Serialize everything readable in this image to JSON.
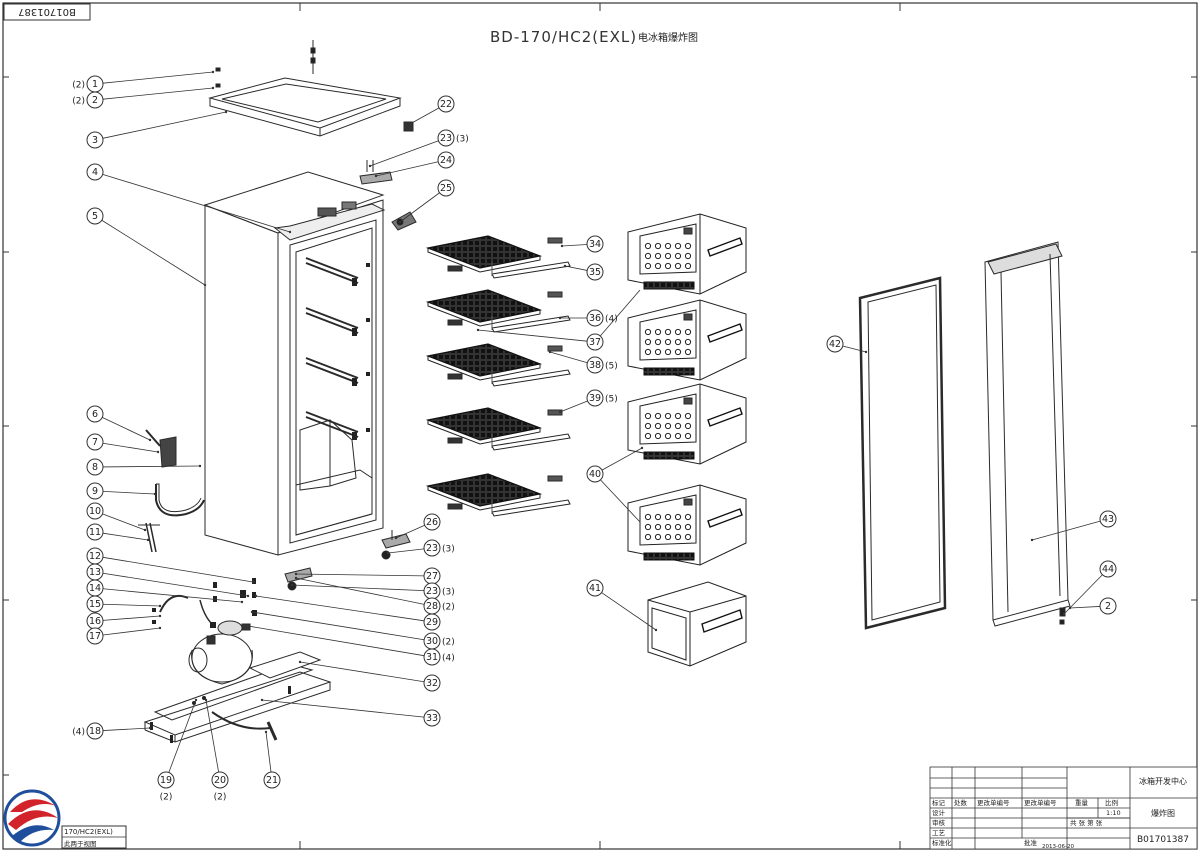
{
  "drawing": {
    "title": "BD-170/HC2(EXL)",
    "title_cn": "电冰箱爆炸图",
    "corner_code": "B01701387",
    "doc_code": "B01701387",
    "left_box_model": "170/HC2(EXL)",
    "left_box_sub": "此两于视图"
  },
  "callouts": [
    {
      "num": "1",
      "qty": "(2)"
    },
    {
      "num": "2",
      "qty": "(2)"
    },
    {
      "num": "3",
      "qty": ""
    },
    {
      "num": "4",
      "qty": ""
    },
    {
      "num": "5",
      "qty": ""
    },
    {
      "num": "6",
      "qty": ""
    },
    {
      "num": "7",
      "qty": ""
    },
    {
      "num": "8",
      "qty": ""
    },
    {
      "num": "9",
      "qty": ""
    },
    {
      "num": "10",
      "qty": ""
    },
    {
      "num": "11",
      "qty": ""
    },
    {
      "num": "12",
      "qty": ""
    },
    {
      "num": "13",
      "qty": ""
    },
    {
      "num": "14",
      "qty": ""
    },
    {
      "num": "15",
      "qty": ""
    },
    {
      "num": "16",
      "qty": ""
    },
    {
      "num": "17",
      "qty": ""
    },
    {
      "num": "18",
      "qty": "(4)"
    },
    {
      "num": "19",
      "qty": "(2)"
    },
    {
      "num": "20",
      "qty": "(2)"
    },
    {
      "num": "21",
      "qty": ""
    },
    {
      "num": "22",
      "qty": ""
    },
    {
      "num": "23",
      "qty": "(3)"
    },
    {
      "num": "24",
      "qty": ""
    },
    {
      "num": "25",
      "qty": ""
    },
    {
      "num": "26",
      "qty": ""
    },
    {
      "num": "23",
      "qty": "(3)"
    },
    {
      "num": "27",
      "qty": ""
    },
    {
      "num": "23",
      "qty": "(3)"
    },
    {
      "num": "28",
      "qty": "(2)"
    },
    {
      "num": "29",
      "qty": ""
    },
    {
      "num": "30",
      "qty": "(2)"
    },
    {
      "num": "31",
      "qty": "(4)"
    },
    {
      "num": "32",
      "qty": ""
    },
    {
      "num": "33",
      "qty": ""
    },
    {
      "num": "34",
      "qty": ""
    },
    {
      "num": "35",
      "qty": ""
    },
    {
      "num": "36",
      "qty": "(4)"
    },
    {
      "num": "37",
      "qty": ""
    },
    {
      "num": "38",
      "qty": "(5)"
    },
    {
      "num": "39",
      "qty": "(5)"
    },
    {
      "num": "40",
      "qty": ""
    },
    {
      "num": "41",
      "qty": ""
    },
    {
      "num": "42",
      "qty": ""
    },
    {
      "num": "43",
      "qty": ""
    },
    {
      "num": "44",
      "qty": ""
    },
    {
      "num": "2",
      "qty": ""
    }
  ],
  "title_block": {
    "org": "冰箱开发中心",
    "doc_type": "爆炸图",
    "doc_number": "B01701387",
    "h_mark": "标记",
    "h_count": "处数",
    "h_change": "更改单编号",
    "h_weight": "重量",
    "h_scale": "比例",
    "scale": "1:10",
    "r_design": "设计",
    "r_check": "审核",
    "r_process": "工艺",
    "r_std": "标准化",
    "r_approve": "批准",
    "sheet_info": "共 张 第 张",
    "date": "2013-06-20"
  },
  "colors": {
    "line": "#2a2a2a",
    "dark": "#111111",
    "thin": "#555555",
    "logo_red": "#d2232a",
    "logo_blue": "#1f4e9c"
  }
}
